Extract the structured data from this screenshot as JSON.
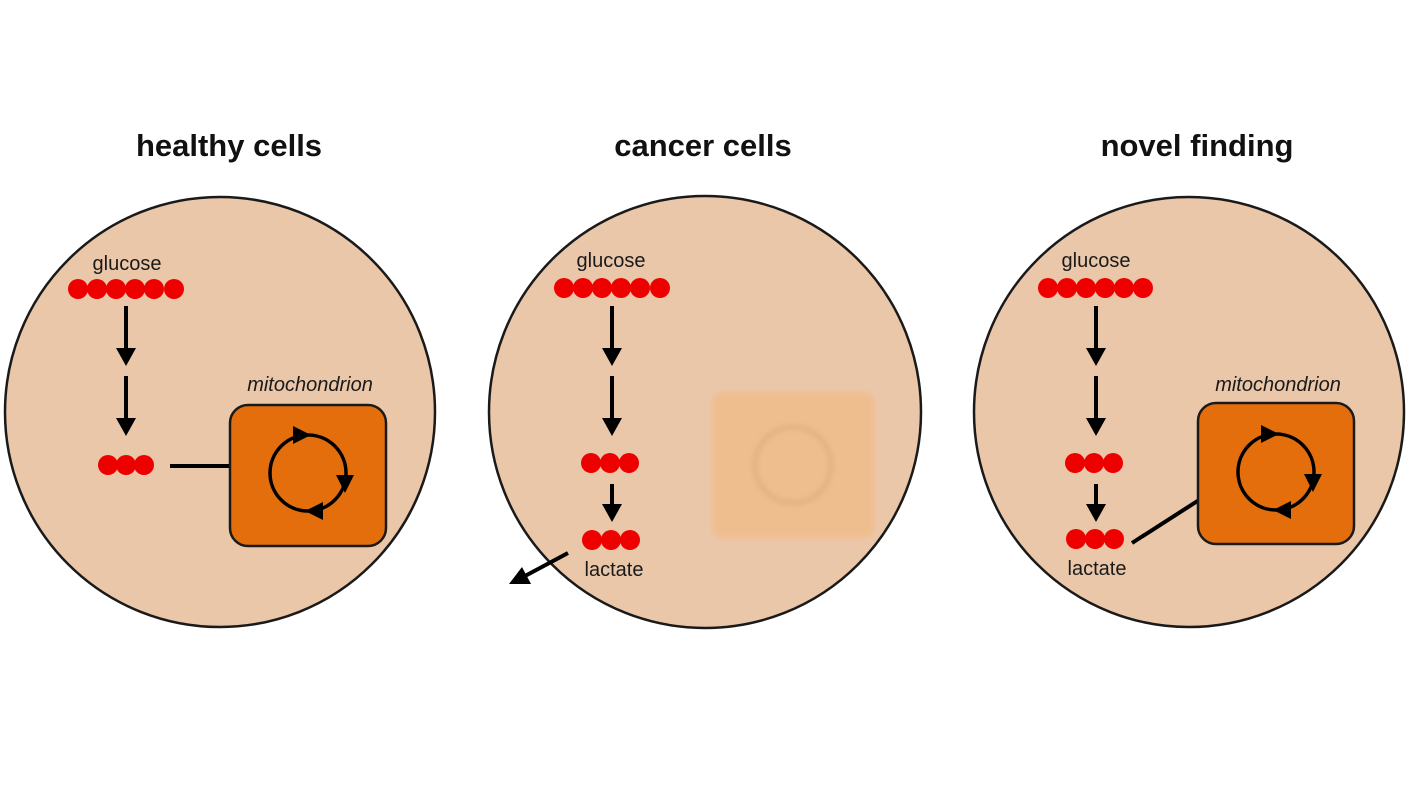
{
  "colors": {
    "cell_fill": "#ebc7aa",
    "cell_stroke": "#1a1a1a",
    "molecule": "#ee0000",
    "mitochondrion_fill": "#e56e0c",
    "mitochondrion_faded": "#efbe8e",
    "arrow": "#000000"
  },
  "panels": [
    {
      "title": "healthy cells",
      "glucose_label": "glucose",
      "mitochondrion_label": "mitochondrion",
      "mitochondrion_active": true
    },
    {
      "title": "cancer cells",
      "glucose_label": "glucose",
      "lactate_label": "lactate",
      "mitochondrion_active": false
    },
    {
      "title": "novel finding",
      "glucose_label": "glucose",
      "lactate_label": "lactate",
      "mitochondrion_label": "mitochondrion",
      "mitochondrion_active": true
    }
  ]
}
